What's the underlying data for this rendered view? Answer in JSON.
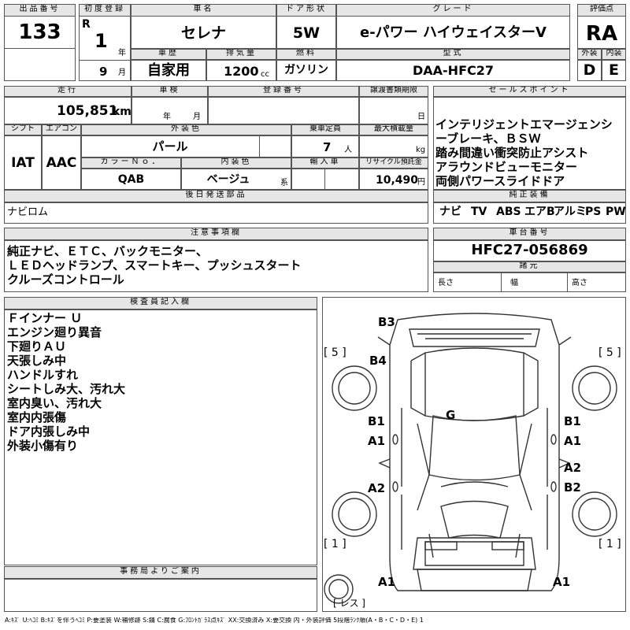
{
  "header": {
    "lot_no_label": "出品番号",
    "lot_no": "133",
    "first_reg_label": "初度登録",
    "era": "R",
    "year_num": "1",
    "year_unit": "年",
    "month_num": "9",
    "month_unit": "月",
    "car_name_label": "車名",
    "car_name": "セレナ",
    "door_label": "ドア形状",
    "door": "5W",
    "grade_label": "グレード",
    "grade": "e-パワー ハイウェイスターV",
    "rating_label": "評価点",
    "rating": "RA",
    "history_label": "車歴",
    "history": "自家用",
    "displacement_label": "排気量",
    "displacement": "1200",
    "displacement_unit": "cc",
    "fuel_label": "燃料",
    "fuel": "ガソリン",
    "model_label": "型式",
    "model": "DAA-HFC27",
    "exterior_label": "外装",
    "exterior": "D",
    "interior_label": "内装",
    "interior": "E"
  },
  "row2": {
    "mileage_label": "走行",
    "mileage": "105,851",
    "mileage_unit": "km",
    "inspection_label": "車検",
    "inspection_year": "年",
    "inspection_month": "月",
    "regno_label": "登録番号",
    "transfer_label": "譲渡書類期限",
    "transfer_day": "日",
    "sales_label": "セールスポイント",
    "sales_points": [
      "インテリジェントエマージェンシ",
      "ーブレーキ、ＢＳＷ",
      "踏み間違い衝突防止アシスト",
      "アラウンドビューモニター",
      "両側パワースライドドア"
    ],
    "shift_label": "シフト",
    "shift": "IAT",
    "ac_label": "エアコン",
    "ac": "AAC",
    "color_label": "外装色",
    "color": "パール",
    "capacity_label": "乗車定員",
    "capacity": "7",
    "capacity_unit": "人",
    "loadcap_label": "最大積載量",
    "loadcap_unit": "kg",
    "colorno_label": "カラーＮｏ．",
    "colorno": "QAB",
    "intcolor_label": "内装色",
    "intcolor": "ベージュ",
    "intcolor_unit": "系",
    "import_label": "輸入車",
    "recycle_label": "リサイクル預託金",
    "recycle": "10,490",
    "recycle_unit": "円",
    "later_label": "後日発送部品",
    "later": "ナビロム",
    "equip_label": "純正装備",
    "equip": [
      "ナビ",
      "TV",
      "ABS",
      "エアB",
      "アルミ",
      "PS",
      "PW"
    ]
  },
  "notes": {
    "label": "注意事項欄",
    "lines": [
      "純正ナビ、ＥＴＣ、バックモニター、",
      "ＬＥＤヘッドランプ、スマートキー、プッシュスタート",
      "クルーズコントロール"
    ],
    "chassis_label": "車台番号",
    "chassis": "HFC27-056869",
    "dims_label": "諸元",
    "length": "長さ",
    "width": "幅",
    "height": "高さ"
  },
  "inspector": {
    "label": "検査員記入欄",
    "lines": [
      "Ｆインナー Ｕ",
      "エンジン廻り異音",
      "下廻りＡＵ",
      "天張しみ中",
      "ハンドルすれ",
      "シートしみ大、汚れ大",
      "室内臭い、汚れ大",
      "室内内張傷",
      "ドア内張しみ中",
      "外装小傷有り"
    ]
  },
  "office": {
    "label": "事務局よりご案内"
  },
  "diagram": {
    "B3": "B3",
    "B4": "B4",
    "G": "G",
    "B1_left": "B1",
    "A1_left": "A1",
    "A2_left": "A2",
    "B1_right": "B1",
    "A1_right": "A1",
    "A2_right": "A2",
    "B2_right": "B2",
    "A1_front_left": "A1",
    "A1_front_right": "A1",
    "tl_bracket": "[ 5 ]",
    "tr_bracket": "[ 5 ]",
    "bl_bracket": "[ 1 ]",
    "br_bracket": "[ 1 ]",
    "spare_label": "[ レス ]"
  },
  "legend": "A:ｷｽﾞ  U:ﾍｺﾐ  B:ｷｽﾞを伴うﾍｺﾐ  P:要塗装  W:補修跡  S:錆  C:腐食  G:ﾌﾛﾝﾄｶﾞﾗｽ点ｷｽﾞ  XX:交換済み  X:要交換  内・外装評価  5段階ﾗﾝｸ順(A・B・C・D・E) 1"
}
